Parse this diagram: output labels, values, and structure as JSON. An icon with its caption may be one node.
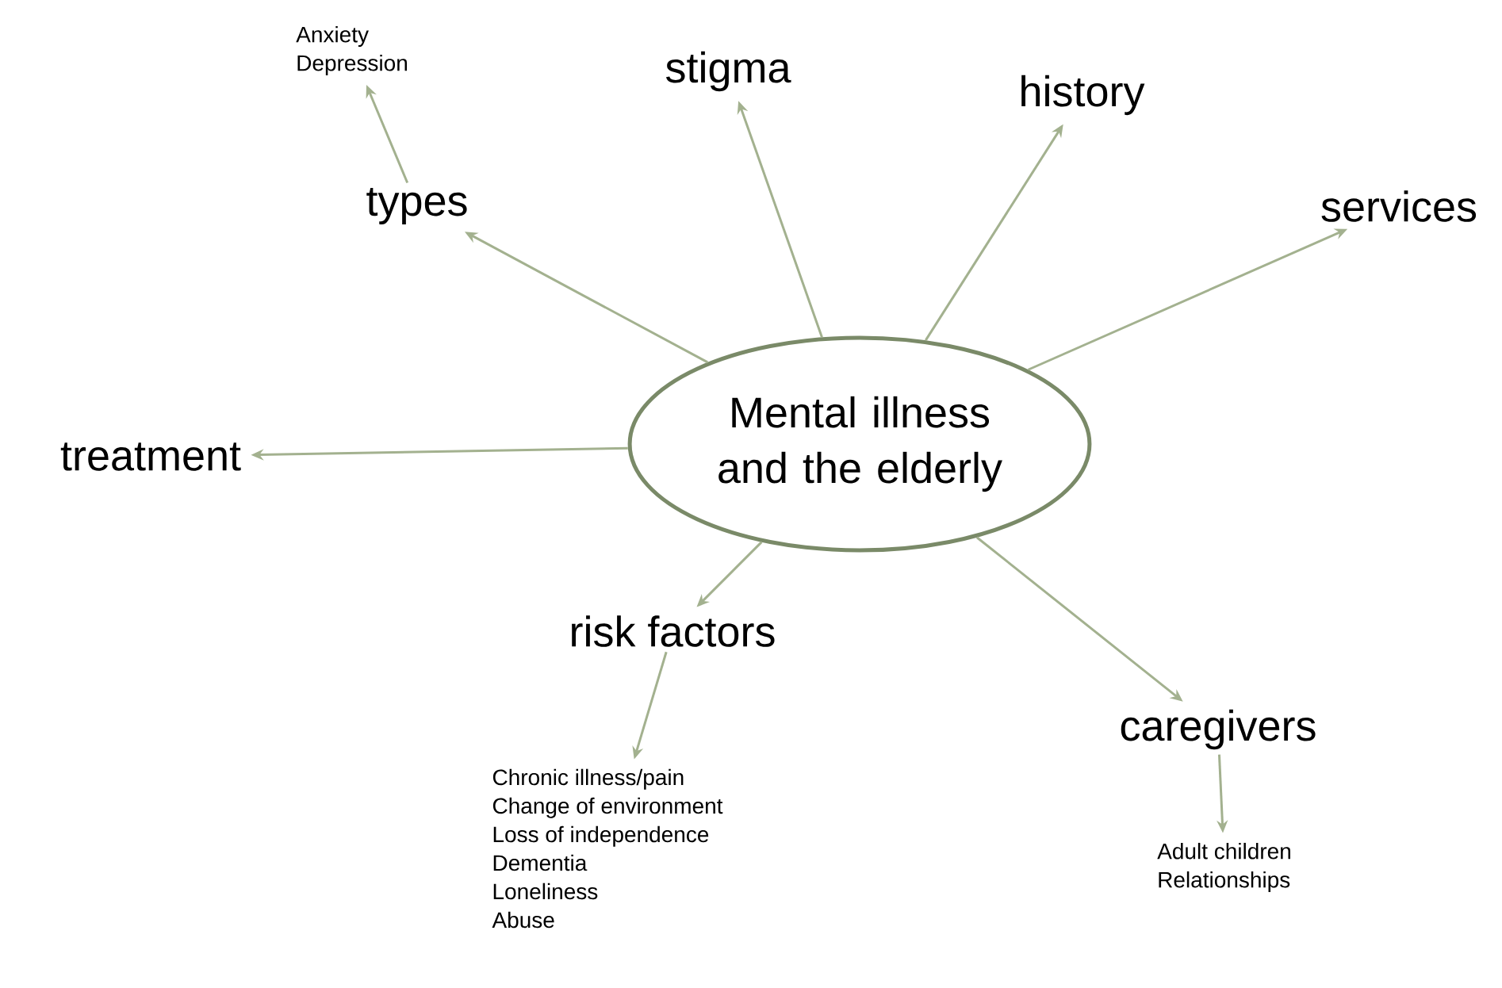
{
  "diagram": {
    "nodes": [
      {
        "text": [
          "Mental illness and the elderly"
        ]
      },
      {
        "text": [
          "types"
        ]
      },
      {
        "text": [
          "stigma"
        ]
      },
      {
        "text": [
          "history"
        ]
      },
      {
        "text": [
          "services"
        ]
      },
      {
        "text": [
          "treatment"
        ]
      },
      {
        "text": [
          "risk factors"
        ]
      },
      {
        "text": [
          "caregivers"
        ]
      },
      {
        "text": [
          "Anxiety",
          "Depression"
        ]
      },
      {
        "text": [
          "Chronic illness/pain",
          "Change of environment",
          "Loss of independence",
          "Dementia",
          "Loneliness",
          "Abuse"
        ]
      },
      {
        "text": [
          "Adult children",
          "Relationships"
        ]
      }
    ],
    "edges": [
      {
        "from": 0,
        "to": 1,
        "arrow": "to"
      },
      {
        "from": 0,
        "to": 2,
        "arrow": "to"
      },
      {
        "from": 0,
        "to": 3,
        "arrow": "to"
      },
      {
        "from": 0,
        "to": 4,
        "arrow": "to"
      },
      {
        "from": 0,
        "to": 5,
        "arrow": "to"
      },
      {
        "from": 0,
        "to": 6,
        "arrow": "to"
      },
      {
        "from": 0,
        "to": 7,
        "arrow": "to"
      },
      {
        "from": 1,
        "to": 8,
        "arrow": "to"
      },
      {
        "from": 6,
        "to": 9,
        "arrow": "to"
      },
      {
        "from": 7,
        "to": 10,
        "arrow": "to"
      }
    ]
  }
}
